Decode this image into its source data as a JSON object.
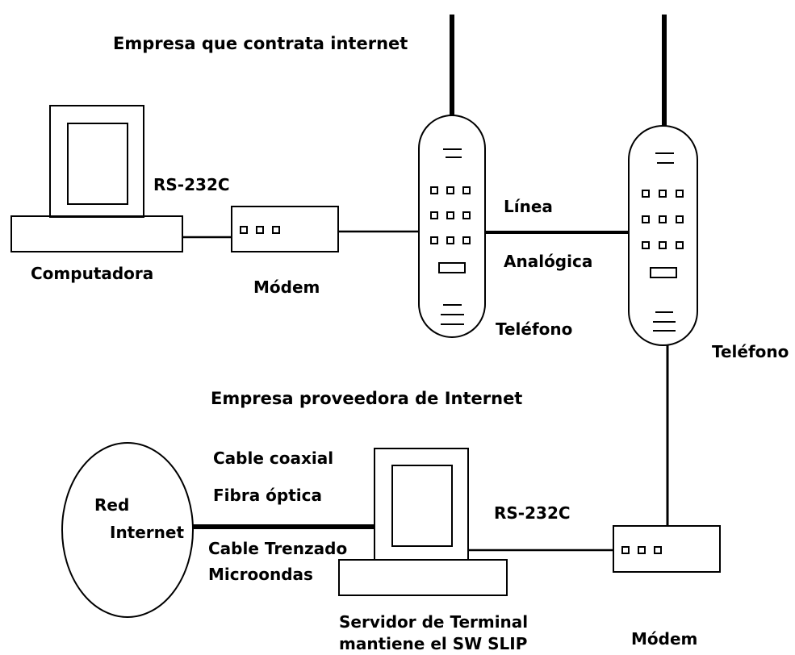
{
  "labels": {
    "empresa_contrata": "Empresa que contrata internet",
    "rs232_top": "RS-232C",
    "computadora": "Computadora",
    "modem_top": "Módem",
    "linea": "Línea",
    "analogica": "Analógica",
    "telefono_left": "Teléfono",
    "telefono_right": "Teléfono",
    "empresa_proveedora": "Empresa proveedora de Internet",
    "red": "Red",
    "internet": "Internet",
    "cable_coaxial": "Cable coaxial",
    "fibra_optica": "Fibra óptica",
    "cable_trenzado": "Cable Trenzado",
    "microondas": "Microondas",
    "rs232_bottom": "RS-232C",
    "servidor_line1": "Servidor de Terminal",
    "servidor_line2": "mantiene el SW SLIP",
    "modem_bottom": "Módem"
  },
  "colors": {
    "stroke": "#000000",
    "background": "#ffffff"
  }
}
